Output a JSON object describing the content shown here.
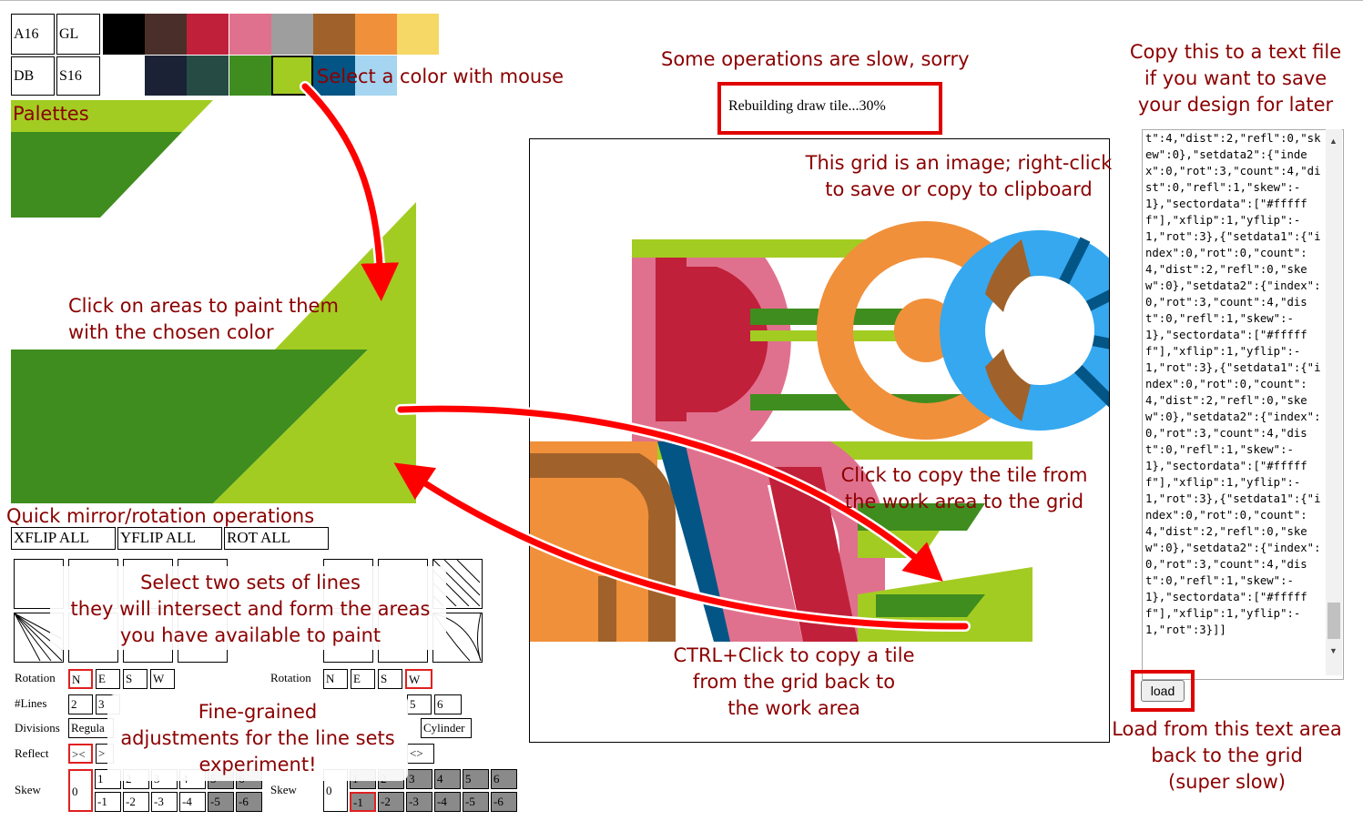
{
  "palette_buttons": [
    "A16",
    "GL",
    "DB",
    "S16"
  ],
  "colors_row1": [
    "#000000",
    "#4a2e2a",
    "#c0203a",
    "#e0718e",
    "#9e9e9e",
    "#a0622a",
    "#f0903a",
    "#f5d865"
  ],
  "colors_row2": [
    "#ffffff",
    "#1b2236",
    "#264b45",
    "#3f8d1e",
    "#a3cc22",
    "#035586",
    "#a5d5f0"
  ],
  "selected_color": "#a3cc22",
  "annotations": {
    "select_color": "Select a color with mouse",
    "palettes": "Palettes",
    "click_areas": "Click on areas to paint them\nwith the chosen color",
    "quick_ops": "Quick mirror/rotation operations",
    "select_lines": "Select two sets of lines\nthey will intersect and form the areas\nyou have available to paint",
    "fine_grained": "Fine-grained\nadjustments for the line sets\nexperiment!",
    "slow": "Some operations are slow, sorry",
    "grid_image": "This grid is an image; right-click\nto save or copy to clipboard",
    "copy_tile": "Click to copy the tile from\nthe work area to the grid",
    "ctrl_click": "CTRL+Click to copy a tile\nfrom the grid back to\nthe work area",
    "copy_text": "Copy this to a text file\nif you want to save\nyour design for later",
    "load_from": "Load from this text area\nback to the grid\n(super slow)"
  },
  "status_text": "Rebuilding draw tile...30%",
  "quick_buttons": [
    "XFLIP ALL",
    "YFLIP ALL",
    "ROT ALL"
  ],
  "controls": {
    "rotation_label": "Rotation",
    "lines_label": "#Lines",
    "divisions_label": "Divisions",
    "reflect_label": "Reflect",
    "skew_label": "Skew",
    "rot_buttons": [
      "N",
      "E",
      "S",
      "W"
    ],
    "lines_buttons": [
      "2",
      "3",
      "5",
      "6"
    ],
    "divisions_left": "Regula",
    "divisions_right": "Cylinder",
    "reflect_left": "><",
    "reflect_left2": ">",
    "reflect_right": "<>",
    "skew_zero": "0",
    "skew_pos": [
      "1",
      "2",
      "3",
      "4",
      "5",
      "6"
    ],
    "skew_neg": [
      "-1",
      "-2",
      "-3",
      "-4",
      "-5",
      "-6"
    ]
  },
  "json_text": "t\":4,\"dist\":2,\"refl\":0,\"skew\":0},\"setdata2\":{\"index\":0,\"rot\":3,\"count\":4,\"dist\":0,\"refl\":1,\"skew\":-1},\"sectordata\":[\"#ffffff\"],\"xflip\":1,\"yflip\":-1,\"rot\":3},{\"setdata1\":{\"index\":0,\"rot\":0,\"count\":4,\"dist\":2,\"refl\":0,\"skew\":0},\"setdata2\":{\"index\":0,\"rot\":3,\"count\":4,\"dist\":0,\"refl\":1,\"skew\":-1},\"sectordata\":[\"#ffffff\"],\"xflip\":1,\"yflip\":-1,\"rot\":3},{\"setdata1\":{\"index\":0,\"rot\":0,\"count\":4,\"dist\":2,\"refl\":0,\"skew\":0},\"setdata2\":{\"index\":0,\"rot\":3,\"count\":4,\"dist\":0,\"refl\":1,\"skew\":-1},\"sectordata\":[\"#ffffff\"],\"xflip\":1,\"yflip\":-1,\"rot\":3},{\"setdata1\":{\"index\":0,\"rot\":0,\"count\":4,\"dist\":2,\"refl\":0,\"skew\":0},\"setdata2\":{\"index\":0,\"rot\":3,\"count\":4,\"dist\":0,\"refl\":1,\"skew\":-1},\"sectordata\":[\"#ffffff\"],\"xflip\":1,\"yflip\":-1,\"rot\":3}]]",
  "load_label": "load"
}
